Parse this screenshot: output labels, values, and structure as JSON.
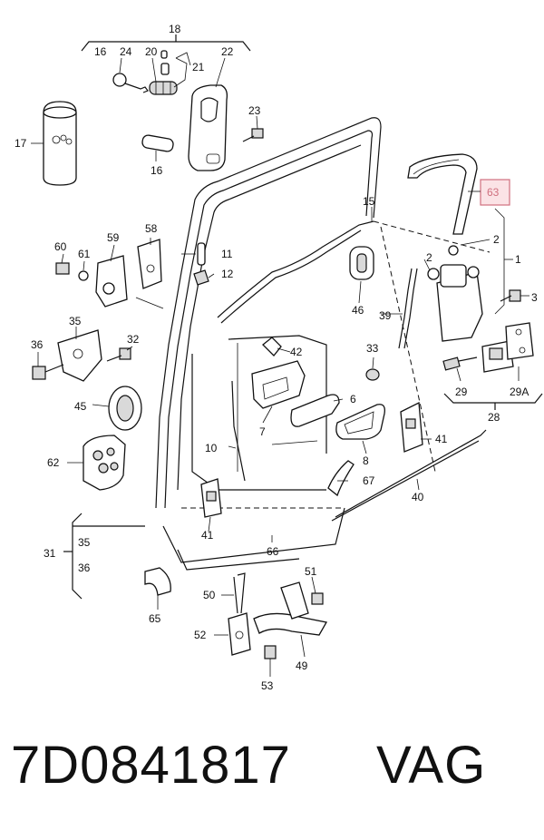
{
  "footer": {
    "part_number": "7D0841817",
    "brand": "VAG"
  },
  "highlight_color": "#d0707f",
  "callouts": {
    "c1": "1",
    "c2a": "2",
    "c2b": "2",
    "c3": "3",
    "c6": "6",
    "c7": "7",
    "c8": "8",
    "c10": "10",
    "c11": "11",
    "c12": "12",
    "c15": "15",
    "c16a": "16",
    "c16b": "16",
    "c17": "17",
    "c18": "18",
    "c20": "20",
    "c21": "21",
    "c22": "22",
    "c23": "23",
    "c24": "24",
    "c28": "28",
    "c29": "29",
    "c29a": "29A",
    "c31": "31",
    "c32": "32",
    "c33": "33",
    "c35a": "35",
    "c35b": "35",
    "c36a": "36",
    "c36b": "36",
    "c39": "39",
    "c40": "40",
    "c41a": "41",
    "c41b": "41",
    "c42": "42",
    "c45": "45",
    "c46": "46",
    "c49": "49",
    "c50": "50",
    "c51": "51",
    "c52": "52",
    "c53": "53",
    "c58": "58",
    "c59": "59",
    "c60": "60",
    "c61": "61",
    "c62": "62",
    "c63": "63",
    "c65": "65",
    "c66": "66",
    "c67": "67"
  }
}
